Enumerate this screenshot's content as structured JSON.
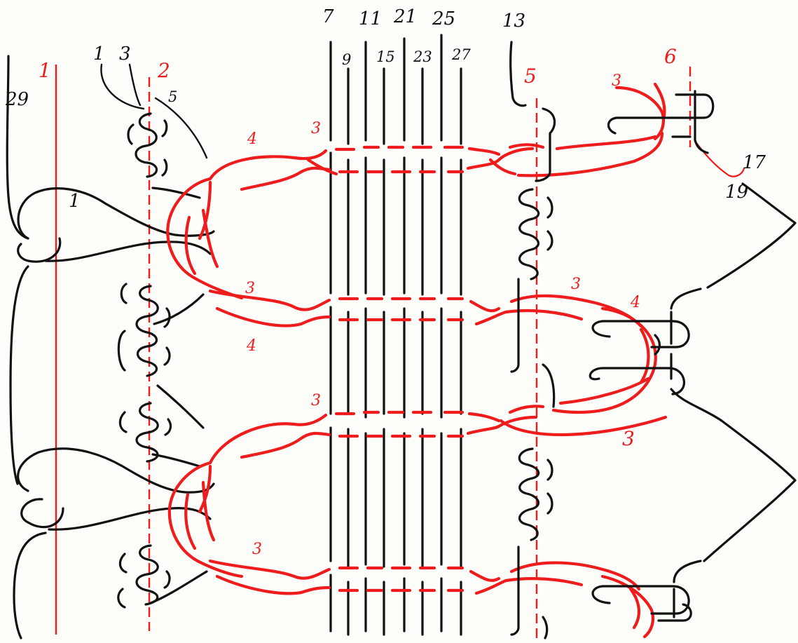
{
  "colors": {
    "background": "#fdfdf9",
    "cord": "#111111",
    "working_cord": "#ee1c1c"
  },
  "top_labels": {
    "l1": "1",
    "l3": "3",
    "l5": "5",
    "l29": "29",
    "l7": "7",
    "l9": "9",
    "l11": "11",
    "l15": "15",
    "l21": "21",
    "l23": "23",
    "l25": "25",
    "l27": "27",
    "l13": "13",
    "l17": "17",
    "l19": "19",
    "loop1": "1"
  },
  "guide_labels": {
    "g1": "1",
    "g2": "2",
    "g5": "5",
    "g6": "6"
  },
  "strand_labels": {
    "a": "4",
    "b": "3",
    "c": "3",
    "d": "4",
    "e": "3",
    "f": "3",
    "g": "3",
    "h": "4",
    "i": "3",
    "j": "3"
  }
}
